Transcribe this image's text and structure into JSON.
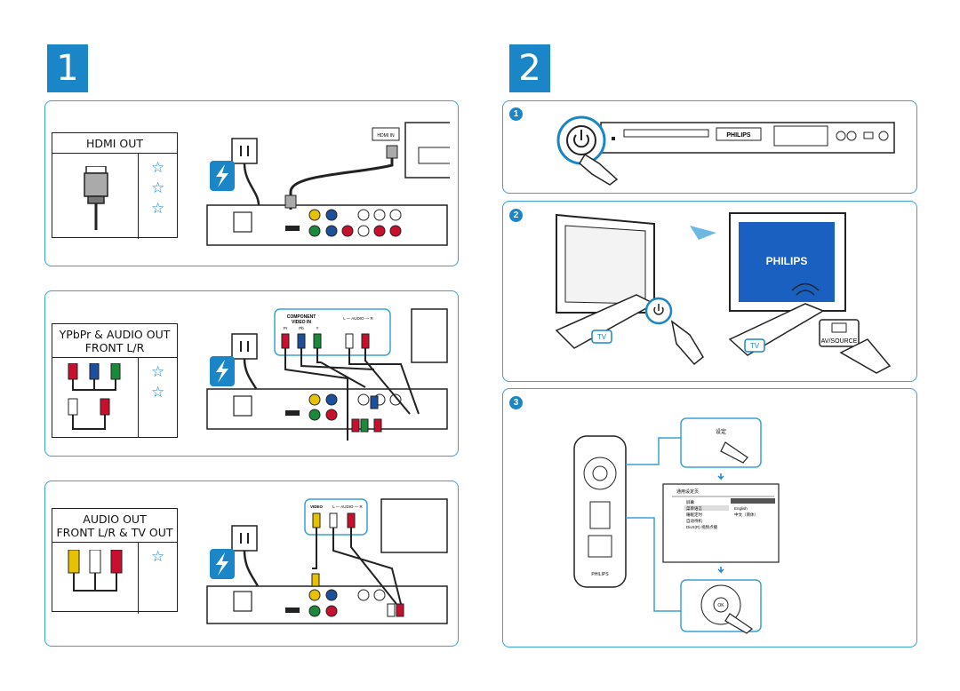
{
  "steps": {
    "step1": "1",
    "step2": "2"
  },
  "connections": [
    {
      "title": "HDMI OUT",
      "title2": "",
      "stars": 3,
      "jack_label": "HDMI IN"
    },
    {
      "title": "YPbPr & AUDIO OUT",
      "title2": "FRONT L/R",
      "stars": 2,
      "component_label": "COMPONENT",
      "component_label2": "VIDEO IN",
      "pr": "Pr",
      "pb": "Pb",
      "y": "Y",
      "audio_label": "L — AUDIO — R"
    },
    {
      "title": "AUDIO OUT",
      "title2": "FRONT L/R & TV OUT",
      "stars": 1,
      "video_label": "VIDEO",
      "audio_label": "L — AUDIO — R"
    }
  ],
  "substeps": {
    "a": "1",
    "b": "2",
    "c": "3"
  },
  "player": {
    "brand": "PHILIPS"
  },
  "tv": {
    "brand": "PHILIPS",
    "tv_button": "TV",
    "source_button": "AV/SOURCE"
  },
  "remote": {
    "brand": "PHILIPS"
  },
  "setup": {
    "button": "设定",
    "menu_title": "通用设定页",
    "menu_items": [
      "屏幕",
      "菜单语言",
      "睡眠定时",
      "自动待机",
      "DivX(R) 视频点播"
    ],
    "options": [
      "English",
      "中文（简体）"
    ],
    "ok": "OK"
  },
  "colors": {
    "accent": "#1a86c8",
    "panel_border": "#3aa0d6"
  }
}
